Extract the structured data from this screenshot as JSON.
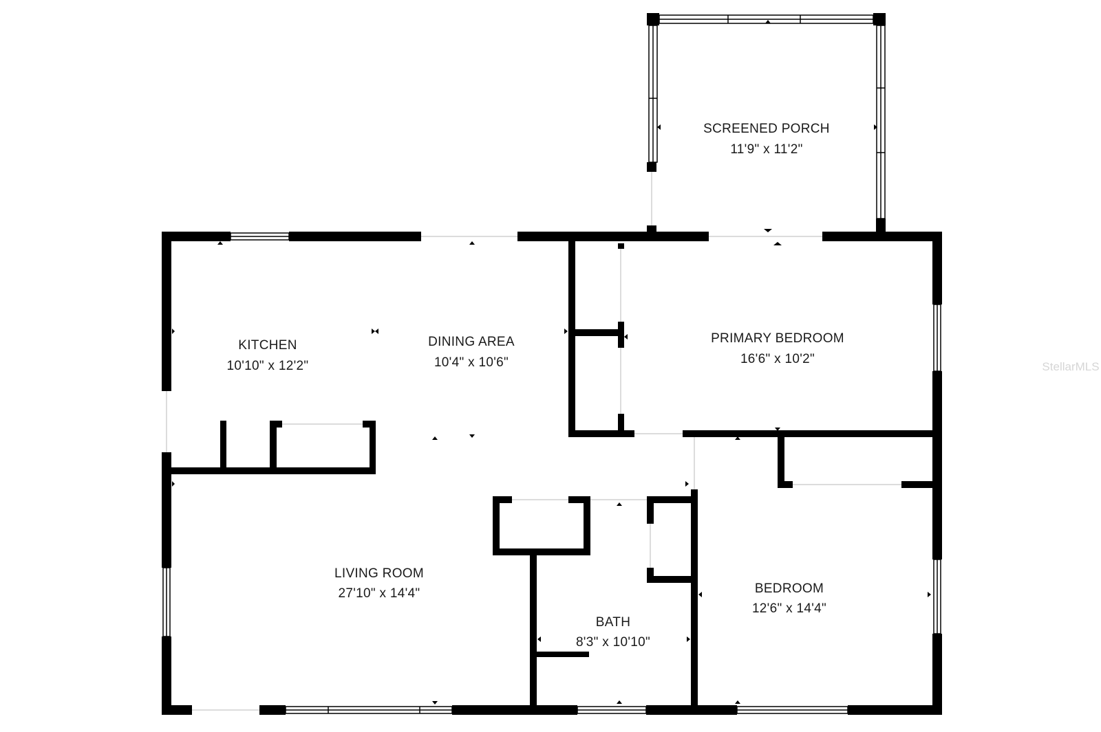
{
  "rooms": {
    "screened_porch": {
      "name": "SCREENED PORCH",
      "size": "11'9\" x 11'2\""
    },
    "kitchen": {
      "name": "KITCHEN",
      "size": "10'10\" x 12'2\""
    },
    "dining_area": {
      "name": "DINING AREA",
      "size": "10'4\" x 10'6\""
    },
    "primary_bedroom": {
      "name": "PRIMARY BEDROOM",
      "size": "16'6\" x 10'2\""
    },
    "living_room": {
      "name": "LIVING ROOM",
      "size": "27'10\" x 14'4\""
    },
    "bath": {
      "name": "BATH",
      "size": "8'3\" x 10'10\""
    },
    "bedroom": {
      "name": "BEDROOM",
      "size": "12'6\" x 14'4\""
    }
  },
  "watermark": {
    "text": "StellarMLS"
  },
  "colors": {
    "wall": "#000000",
    "window": "#ffffff",
    "background": "#ffffff",
    "label": "#1a1a1a",
    "watermark": "#d6d6d6"
  }
}
